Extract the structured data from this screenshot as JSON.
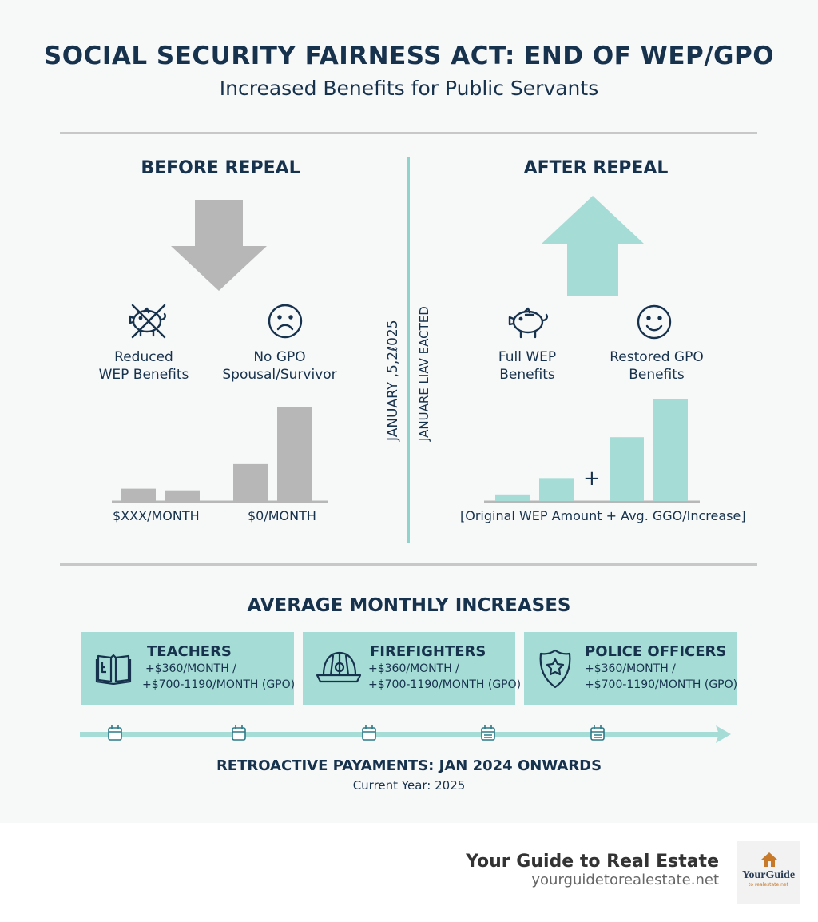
{
  "header": {
    "title": "SOCIAL SECURITY FAIRNESS ACT: END OF WEP/GPO",
    "subtitle": "Increased Benefits for Public Servants"
  },
  "before": {
    "heading": "BEFORE REPEAL",
    "item1": {
      "line1": "Reduced",
      "line2": "WEP Benefits",
      "icon": "piggy-bank-crossed-icon"
    },
    "item2": {
      "line1": "No GPO",
      "line2": "Spousal/Survivor",
      "icon": "sad-face-icon"
    },
    "label_left": "$XXX/MONTH",
    "label_right": "$0/MONTH"
  },
  "divider": {
    "date_text": "JANUARY ,5,2ℓ025",
    "enacted_text": "JANUARE LIAV EACTED"
  },
  "after": {
    "heading": "AFTER REPEAL",
    "item1": {
      "line1": "Full WEP",
      "line2": "Benefits",
      "icon": "piggy-bank-icon"
    },
    "item2": {
      "line1": "Restored GPO",
      "line2": "Benefits",
      "icon": "smile-face-icon"
    },
    "plus": "+",
    "caption": "[Original WEP Amount + Avg. GGO/Increase]"
  },
  "increases": {
    "heading": "AVERAGE MONTHLY INCREASES",
    "cards": [
      {
        "title": "TEACHERS",
        "line1": "+$360/MONTH /",
        "line2": "+$700-1190/MONTH (GPO)",
        "icon": "book-icon"
      },
      {
        "title": "FIREFIGHTERS",
        "line1": "+$360/MONTH /",
        "line2": "+$700-1190/MONTH (GPO)",
        "icon": "helmet-icon"
      },
      {
        "title": "POLICE OFFICERS",
        "line1": "+$360/MONTH /",
        "line2": "+$700-1190/MONTH (GPO)",
        "icon": "badge-icon"
      }
    ]
  },
  "timeline": {
    "retro": "RETROACTIVE PAYAMENTS: JAN 2024 ONWARDS",
    "current_year": "Current Year: 2025"
  },
  "footer": {
    "brand": "Your Guide to Real Estate",
    "url": "yourguidetorealestate.net",
    "logo_text": "YourGuide",
    "logo_sub": "to realestate.net"
  },
  "colors": {
    "navy": "#17324d",
    "teal": "#a5dcd6",
    "gray": "#b7b7b7"
  },
  "chart_data": [
    {
      "type": "bar",
      "name_hint": "before",
      "values": [
        15,
        13,
        45,
        115
      ],
      "ylim": [
        0,
        120
      ]
    },
    {
      "type": "bar",
      "name_hint": "after",
      "values": [
        8,
        28,
        78,
        125
      ],
      "ylim": [
        0,
        130
      ]
    }
  ]
}
